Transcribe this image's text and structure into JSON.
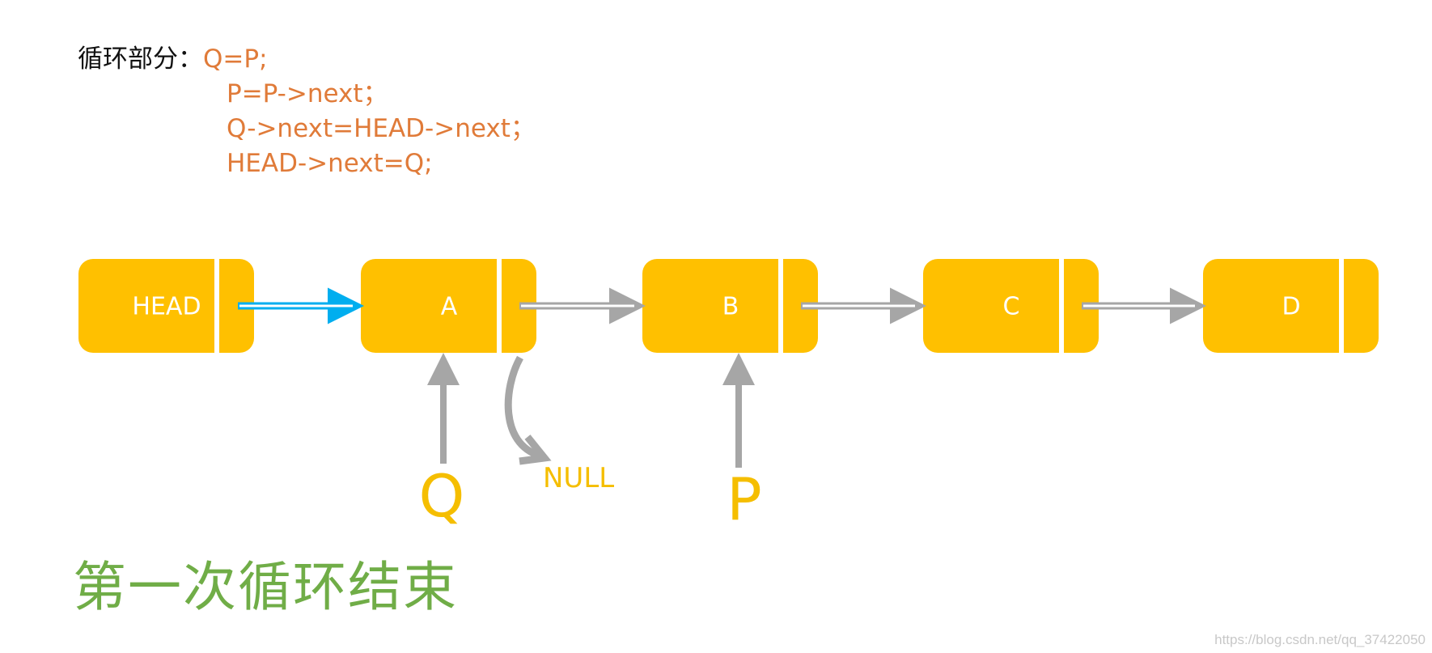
{
  "code": {
    "label": "循环部分：",
    "lines": [
      "Q=P;",
      "P=P->next；",
      "Q->next=HEAD->next；",
      "HEAD->next=Q;"
    ]
  },
  "nodes": [
    "HEAD",
    "A",
    "B",
    "C",
    "D"
  ],
  "pointers": {
    "q": "Q",
    "p": "P",
    "null": "NULL"
  },
  "caption": "第一次循环结束",
  "watermark": "https://blog.csdn.net/qq_37422050",
  "colors": {
    "node_fill": "#FFC000",
    "node_label": "#FFFFFF",
    "link_arrow_active": "#00AEEF",
    "link_arrow": "#A6A6A6",
    "pointer_label": "#F5BE00",
    "code_text": "#E07B39",
    "caption_text": "#70AD47"
  }
}
